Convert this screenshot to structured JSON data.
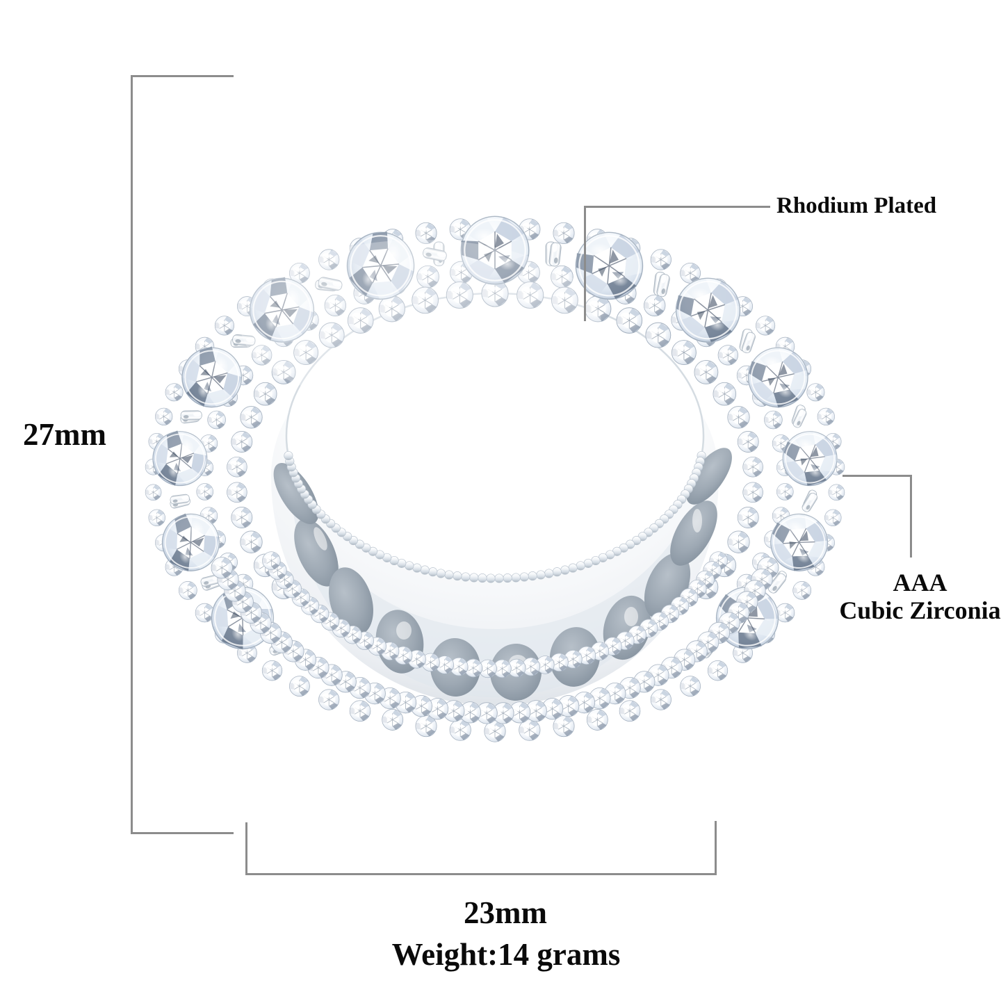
{
  "product": {
    "type": "eternity-band-ring",
    "view": "three-quarter-perspective",
    "material": "rhodium-plated-sterling-silver",
    "stone_type": "AAA Cubic Zirconia"
  },
  "dimensions": {
    "height_label": "27mm",
    "width_label": "23mm",
    "weight_label": "Weight:14 grams"
  },
  "callouts": {
    "plating": "Rhodium Plated",
    "stone_line1": "AAA",
    "stone_line2": "Cubic Zirconia"
  },
  "colors": {
    "background": "#ffffff",
    "dimension_line": "#8c8c8c",
    "label_text": "#0a0a0a",
    "metal_light": "#ffffff",
    "metal_mid": "#dfe4ea",
    "metal_shadow": "#9aa3ad",
    "stone_highlight": "#ffffff",
    "stone_facet": "#c9d4e2",
    "stone_deep": "#4a5a72",
    "stone_navy": "#2c3b52",
    "gallery_hole": "#9aa6b2"
  },
  "ring_structure": {
    "large_stone_count": 17,
    "pave_row_count": 4,
    "gallery_hole_count": 11,
    "prong_style": "four-prong-shared"
  }
}
